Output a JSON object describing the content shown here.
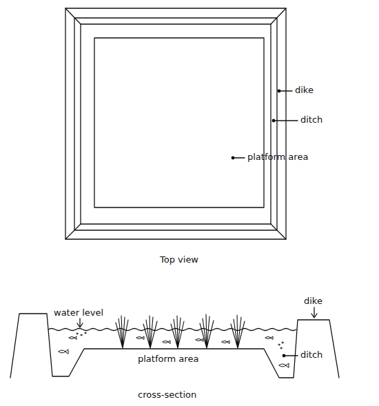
{
  "diagram": {
    "labels": [
      "dike",
      "ditch",
      "platform area",
      "Top view",
      "water level",
      "platform area",
      "dike",
      "ditch",
      "cross-section"
    ]
  }
}
